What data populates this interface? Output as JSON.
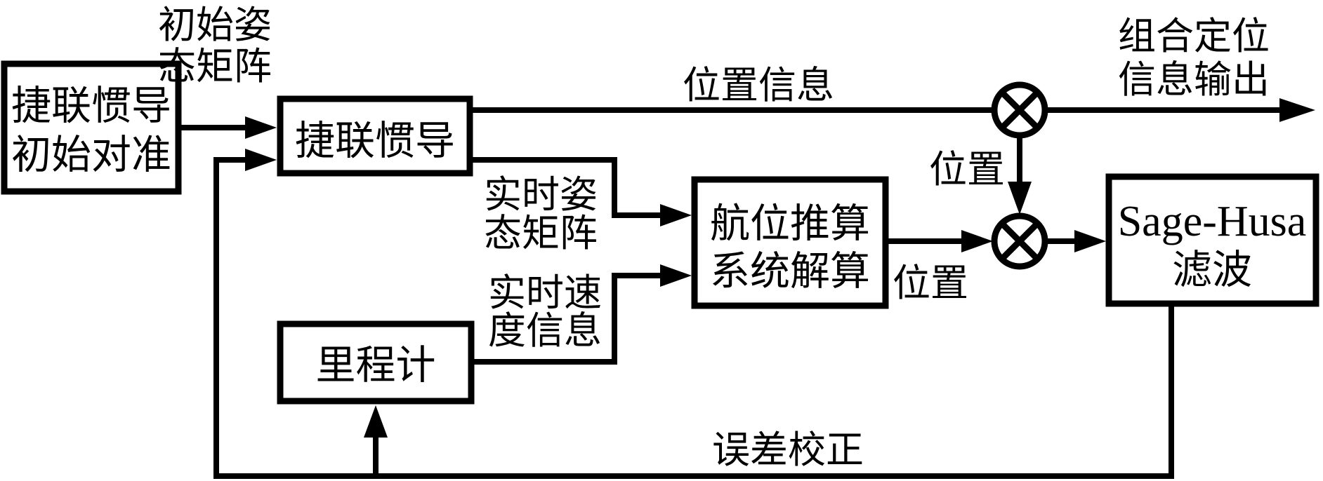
{
  "diagram": {
    "colors": {
      "line": "#000000",
      "text": "#000000",
      "node_fill": "#ffffff",
      "background": "#ffffff"
    },
    "icons": {
      "junction": "circled-times-mixing-junction"
    },
    "nodes": {
      "initial_alignment": {
        "line1": "捷联惯导",
        "line2": "初始对准"
      },
      "sins": {
        "label": "捷联惯导"
      },
      "dead_reckoning": {
        "line1": "航位推算",
        "line2": "系统解算"
      },
      "odometer": {
        "label": "里程计"
      },
      "sage_husa_filter": {
        "line1": "Sage-Husa",
        "line2": "滤波"
      }
    },
    "labels": {
      "initial_attitude_matrix": {
        "line1": "初始姿",
        "line2": "态矩阵"
      },
      "position_info": "位置信息",
      "realtime_attitude_matrix": {
        "line1": "实时姿",
        "line2": "态矩阵"
      },
      "realtime_velocity_info": {
        "line1": "实时速",
        "line2": "度信息"
      },
      "position_between_junctions": "位置",
      "position_dr_output": "位置",
      "integrated_output": {
        "line1": "组合定位",
        "line2": "信息输出"
      },
      "error_correction": "误差校正"
    }
  }
}
